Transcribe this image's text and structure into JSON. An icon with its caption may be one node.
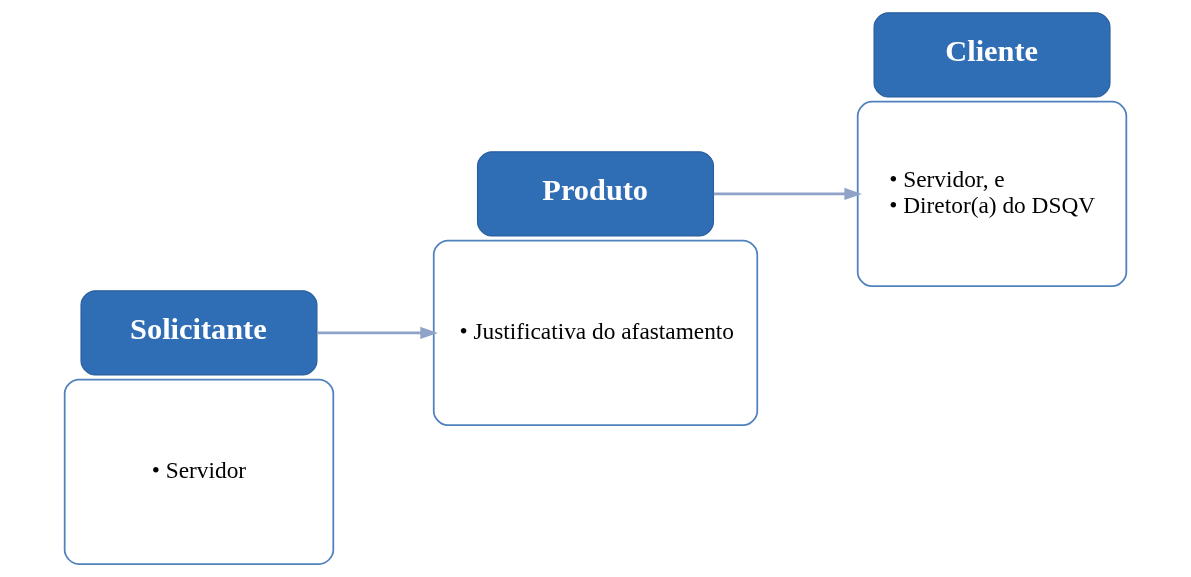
{
  "diagram": {
    "nodes": [
      {
        "text": [
          "• Servidor"
        ]
      },
      {
        "text": [
          "Solicitante"
        ]
      },
      {
        "text": [
          "Produto"
        ]
      },
      {
        "text": [
          "• Justificativa do afastamento"
        ]
      },
      {
        "text": [
          "• Servidor, e",
          "• Diretor(a) do DSQV"
        ]
      },
      {
        "text": [
          "Cliente"
        ]
      }
    ],
    "edges": [
      {
        "from": 1,
        "to": 3,
        "arrow": "to",
        "color": "#8fa3c8"
      },
      {
        "from": 2,
        "to": 4,
        "arrow": "to",
        "color": "#8fa3c8"
      }
    ]
  }
}
